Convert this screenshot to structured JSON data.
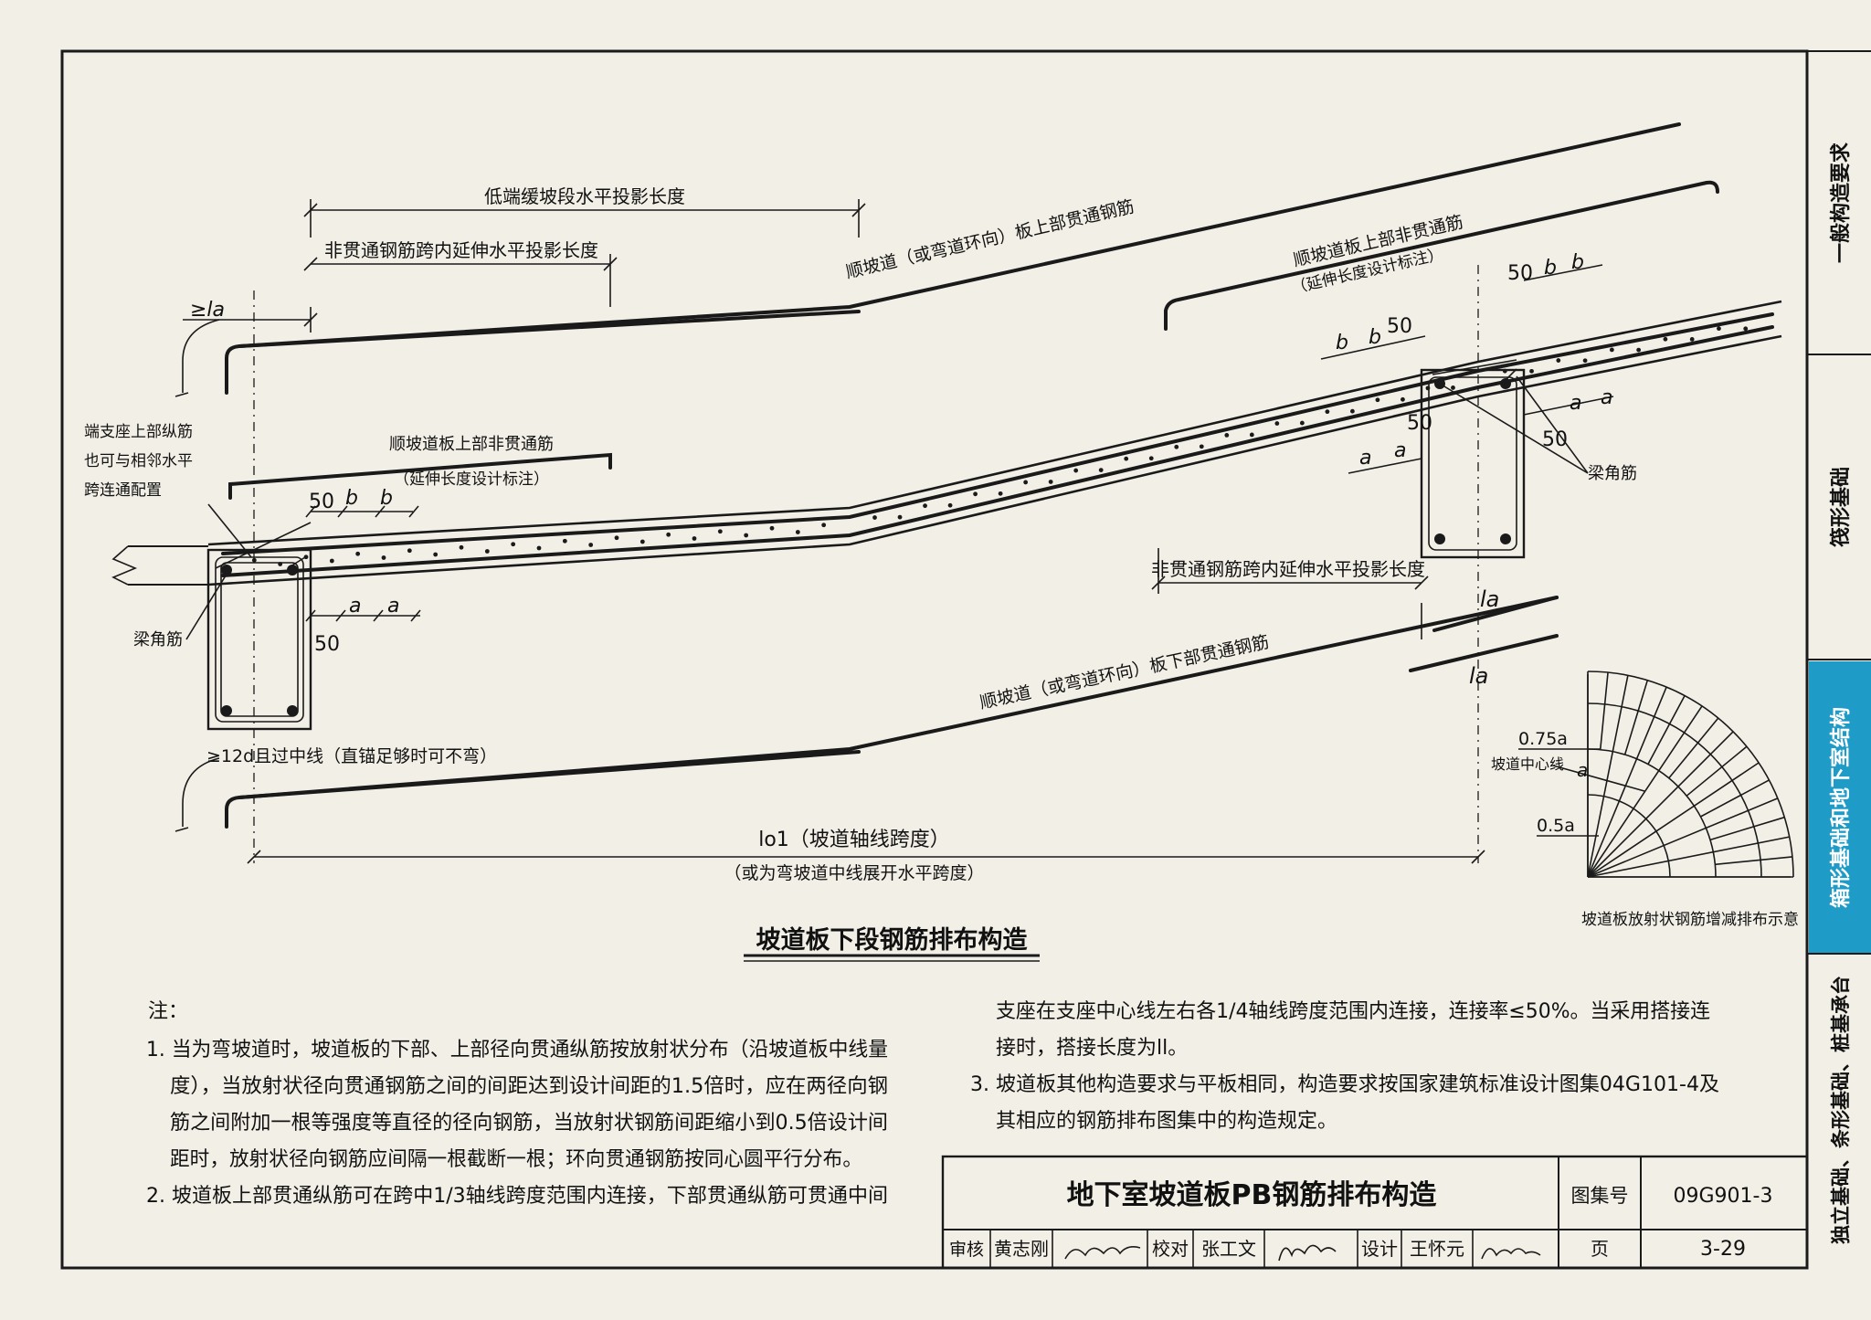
{
  "diagram": {
    "dim_low_end_slope_length": "低端缓坡段水平投影长度",
    "dim_nonthrough_extension_top": "非贯通钢筋跨内延伸水平投影长度",
    "dim_nonthrough_extension_mid": "非贯通钢筋跨内延伸水平投影长度",
    "top_through_bar": "顺坡道（或弯道环向）板上部贯通钢筋",
    "bottom_through_bar": "顺坡道（或弯道环向）板下部贯通钢筋",
    "right_top_nonthrough": "顺坡道板上部非贯通筋",
    "right_top_nonthrough_note": "（延伸长度设计标注）",
    "left_top_nonthrough": "顺坡道板上部非贯通筋",
    "left_top_nonthrough_note": "（延伸长度设计标注）",
    "end_support_note_1": "端支座上部纵筋",
    "end_support_note_2": "也可与相邻水平",
    "end_support_note_3": "跨连通配置",
    "beam_corner_bar_left": "梁角筋",
    "beam_corner_bar_right": "梁角筋",
    "anchor_la": "≥la",
    "anchor_12d": "≥12d且过中线（直锚足够时可不弯）",
    "lap_la_top": "la",
    "lap_la_bottom": "la",
    "span_lo1": "lo1（坡道轴线跨度）",
    "span_lo1_note": "（或为弯坡道中线展开水平跨度）",
    "dim_50": "50",
    "dim_b": "b",
    "dim_a": "a",
    "fan_075a": "0.75a",
    "fan_centerline": "坡道中心线",
    "fan_a": "a",
    "fan_05a": "0.5a",
    "fan_caption": "坡道板放射状钢筋增减排布示意",
    "figure_title": "坡道板下段钢筋排布构造"
  },
  "notes": {
    "heading": "注：",
    "left_lines": [
      "1. 当为弯坡道时，坡道板的下部、上部径向贯通纵筋按放射状分布（沿坡道板中线量",
      "度），当放射状径向贯通钢筋之间的间距达到设计间距的1.5倍时，应在两径向钢",
      "筋之间附加一根等强度等直径的径向钢筋，当放射状钢筋间距缩小到0.5倍设计间",
      "距时，放射状径向钢筋应间隔一根截断一根；环向贯通钢筋按同心圆平行分布。",
      "2. 坡道板上部贯通纵筋可在跨中1/3轴线跨度范围内连接，下部贯通纵筋可贯通中间"
    ],
    "right_lines": [
      "支座在支座中心线左右各1/4轴线跨度范围内连接，连接率≤50%。当采用搭接连",
      "接时，搭接长度为ll。",
      "3. 坡道板其他构造要求与平板相同，构造要求按国家建筑标准设计图集04G101-4及",
      "其相应的钢筋排布图集中的构造规定。"
    ]
  },
  "title_block": {
    "title": "地下室坡道板PB钢筋排布构造",
    "atlas_label": "图集号",
    "atlas_number": "09G901-3",
    "reviewer_label": "审核",
    "reviewer": "黄志刚",
    "checker_label": "校对",
    "checker": "张工文",
    "designer_label": "设计",
    "designer": "王怀元",
    "page_label": "页",
    "page_number": "3-29"
  },
  "side_tabs": [
    "一般构造要求",
    "筏形基础",
    "箱形基础和地下室结构",
    "独立基础、条形基础、桩基承台"
  ],
  "colors": {
    "active_tab": "#1e9cc7",
    "paper": "#f2efe6",
    "ink": "#1a1a1a"
  }
}
